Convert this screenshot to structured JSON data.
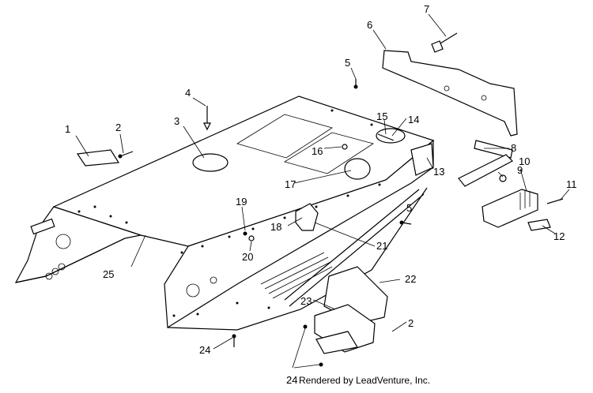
{
  "callouts": {
    "c1": "1",
    "c2a": "2",
    "c2b": "2",
    "c3": "3",
    "c4": "4",
    "c5a": "5",
    "c5b": "5",
    "c6": "6",
    "c7": "7",
    "c8": "8",
    "c9": "9",
    "c10": "10",
    "c11": "11",
    "c12": "12",
    "c13": "13",
    "c14": "14",
    "c15": "15",
    "c16": "16",
    "c17": "17",
    "c18": "18",
    "c19": "19",
    "c20": "20",
    "c21": "21",
    "c22": "22",
    "c23": "23",
    "c24a": "24",
    "c24b": "24",
    "c25": "25"
  },
  "credit": "Rendered by LeadVenture, Inc."
}
